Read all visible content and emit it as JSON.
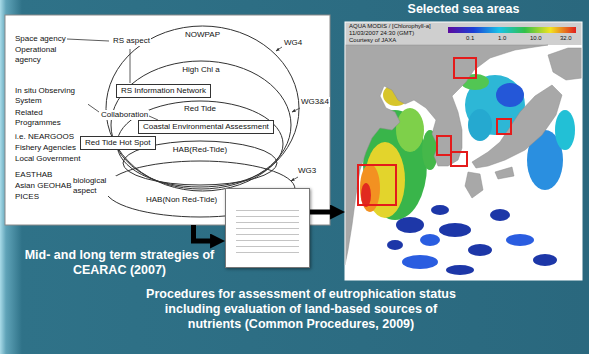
{
  "diagram": {
    "nodes": [
      {
        "text": [
          "Mid- and long term strategies of CEARAC (2007)"
        ]
      },
      {
        "text": [
          "NOWPAP"
        ],
        "in": 0
      },
      {
        "text": [
          "High Chl a"
        ],
        "in": 1
      },
      {
        "text": [
          "Red Tide"
        ],
        "in": 2
      },
      {
        "text": [
          "HAB(Red-Tide)"
        ],
        "in": 3
      },
      {
        "text": [
          "HAB(Non Red-Tide)"
        ],
        "in": 0
      },
      {
        "text": [
          "RS Information Network"
        ],
        "in": 0
      },
      {
        "text": [
          "Coastal Environmental Assessment"
        ],
        "in": 0
      },
      {
        "text": [
          "Red Tide Hot Spot"
        ],
        "in": 0
      },
      {
        "text": [
          "Procedures for assessment of eutrophication status including evaluation of land-based sources of nutrients (Common Procedures, 2009)"
        ]
      },
      {
        "text": [
          "Selected sea areas"
        ]
      }
    ],
    "edges": [
      {
        "from": 0,
        "to": 9,
        "arrow": "to"
      },
      {
        "from": 9,
        "to": 10,
        "arrow": "to"
      }
    ],
    "labels": [
      "Space agency",
      "Operational agency",
      "RS aspect",
      "WG4",
      "In situ Observing System",
      "Related Programmes",
      "i.e. NEARGOOS",
      "Fishery Agencies",
      "Local Government",
      "Collaboration",
      "WG3&4",
      "EASTHAB",
      "Asian GEOHAB",
      "PICES",
      "biological aspect",
      "WG3",
      "AQUA MODIS / [Chlorophyll-a]",
      "11/03/2007 24:30 (GMT)",
      "Courtesy of JAXA",
      "0.1",
      "1.0",
      "10.0",
      "32.0"
    ]
  }
}
